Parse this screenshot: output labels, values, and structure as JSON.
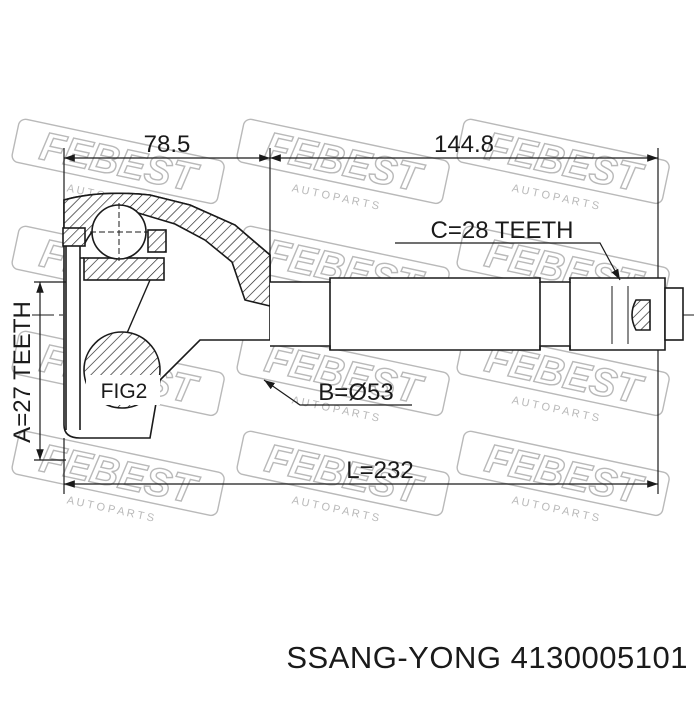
{
  "watermark": {
    "brand": "FEBEST",
    "tagline": "A U T O   P A R T S",
    "color": "#b9b9b9"
  },
  "dimensions": {
    "outer_length": "78.5",
    "shaft_length": "144.8",
    "total_length": "L=232",
    "outer_spline": "C=28 TEETH",
    "inner_spline": "A=27 TEETH",
    "abs_diameter": "B=Ø53"
  },
  "detail_label": "FIG2",
  "caption": "SSANG-YONG 4130005101",
  "colors": {
    "line": "#1a1a1a",
    "hatch": "#1a1a1a",
    "background": "#ffffff"
  }
}
